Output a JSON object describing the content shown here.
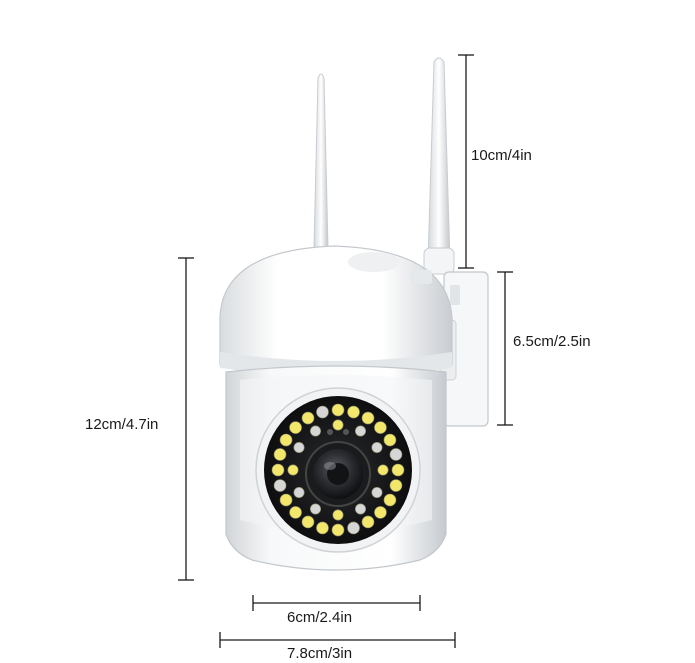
{
  "dimensions": {
    "antenna_height": "10cm/4in",
    "mount_height": "6.5cm/2.5in",
    "total_height": "12cm/4.7in",
    "front_width": "6cm/2.4in",
    "total_width": "7.8cm/3in"
  },
  "colors": {
    "background": "#ffffff",
    "body": "#ffffff",
    "body_shadow": "#e2e4e6",
    "dimension_line": "#1a1a1a",
    "lens_ring": "#111111",
    "led_warm": "#f2e76a",
    "led_ir": "#d6d6d6"
  },
  "leds": {
    "warm_count": 24,
    "ir_count": 12
  }
}
